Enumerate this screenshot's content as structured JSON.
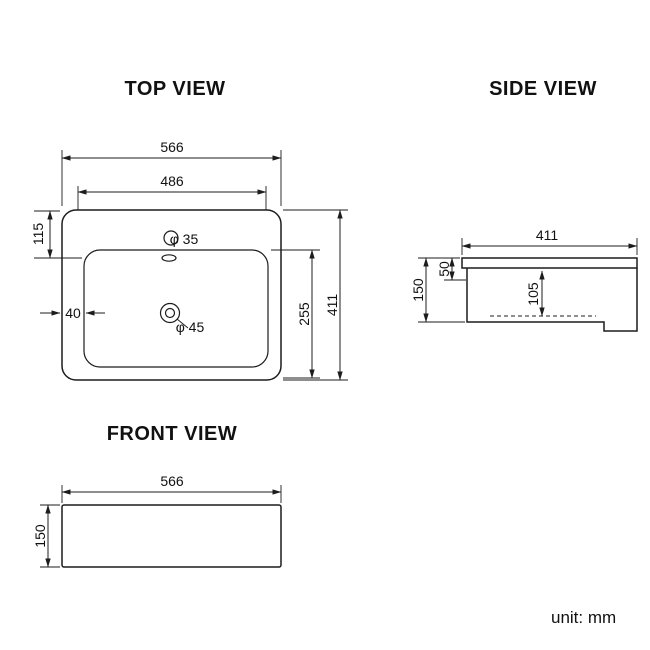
{
  "page": {
    "background": "#ffffff",
    "line_color": "#1c1c1c",
    "unit_label": "unit: mm"
  },
  "top_view": {
    "title": "TOP VIEW",
    "dims": {
      "overall_width": "566",
      "deck_width": "486",
      "tap_offset": "115",
      "tap_hole_dia": "φ 35",
      "drain_hole_dia": "φ 45",
      "rim_gap": "40",
      "basin_depth": "255",
      "overall_depth": "411"
    }
  },
  "side_view": {
    "title": "SIDE VIEW",
    "dims": {
      "overall_depth": "411",
      "rim_height": "50",
      "overall_height": "150",
      "inner_height": "105"
    }
  },
  "front_view": {
    "title": "FRONT VIEW",
    "dims": {
      "overall_width": "566",
      "overall_height": "150"
    }
  }
}
